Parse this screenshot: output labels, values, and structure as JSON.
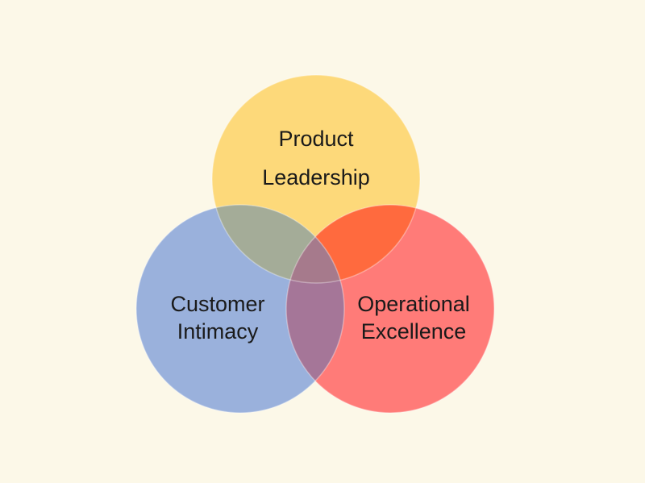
{
  "diagram": {
    "type": "venn",
    "sets": [
      {
        "id": "product",
        "lines": [
          "Product",
          "Leadership"
        ],
        "color": "#fdd97a"
      },
      {
        "id": "customer",
        "lines": [
          "Customer",
          "Intimacy"
        ],
        "color": "#9ab1dc"
      },
      {
        "id": "operational",
        "lines": [
          "Operational",
          "Excellence"
        ],
        "color": "#ff7b78"
      }
    ],
    "overlap_colors": {
      "product_customer": "#a4ac98",
      "product_operational": "#ff6a3e",
      "customer_operational": "#a57698",
      "all": "#a67a8c"
    },
    "background": "#fcf8e8"
  }
}
